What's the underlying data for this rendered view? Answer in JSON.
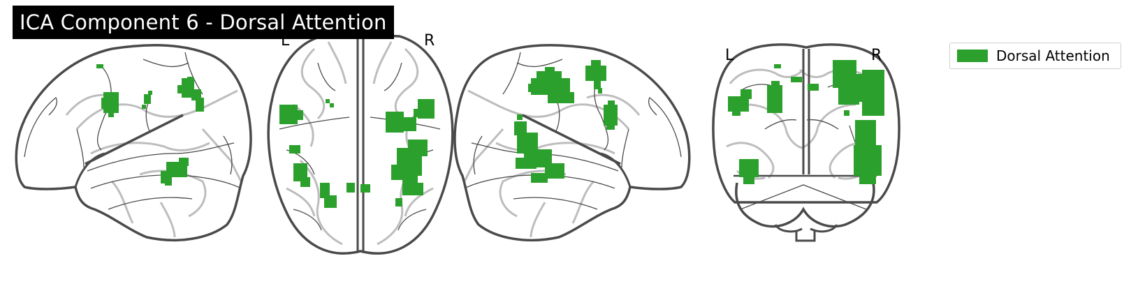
{
  "figure": {
    "title": "ICA Component 6 - Dorsal Attention",
    "colors": {
      "network": "#2ca02c",
      "outline": "#4a4a4a",
      "sulci": "#bdbdbd",
      "title_bg": "#000000"
    }
  },
  "views": {
    "sagittal_left": {},
    "axial": {
      "left_label": "L",
      "right_label": "R"
    },
    "sagittal_right": {},
    "coronal": {
      "left_label": "L",
      "right_label": "R"
    }
  },
  "legend": {
    "items": [
      {
        "label": "Dorsal Attention",
        "color": "#2ca02c"
      }
    ]
  }
}
